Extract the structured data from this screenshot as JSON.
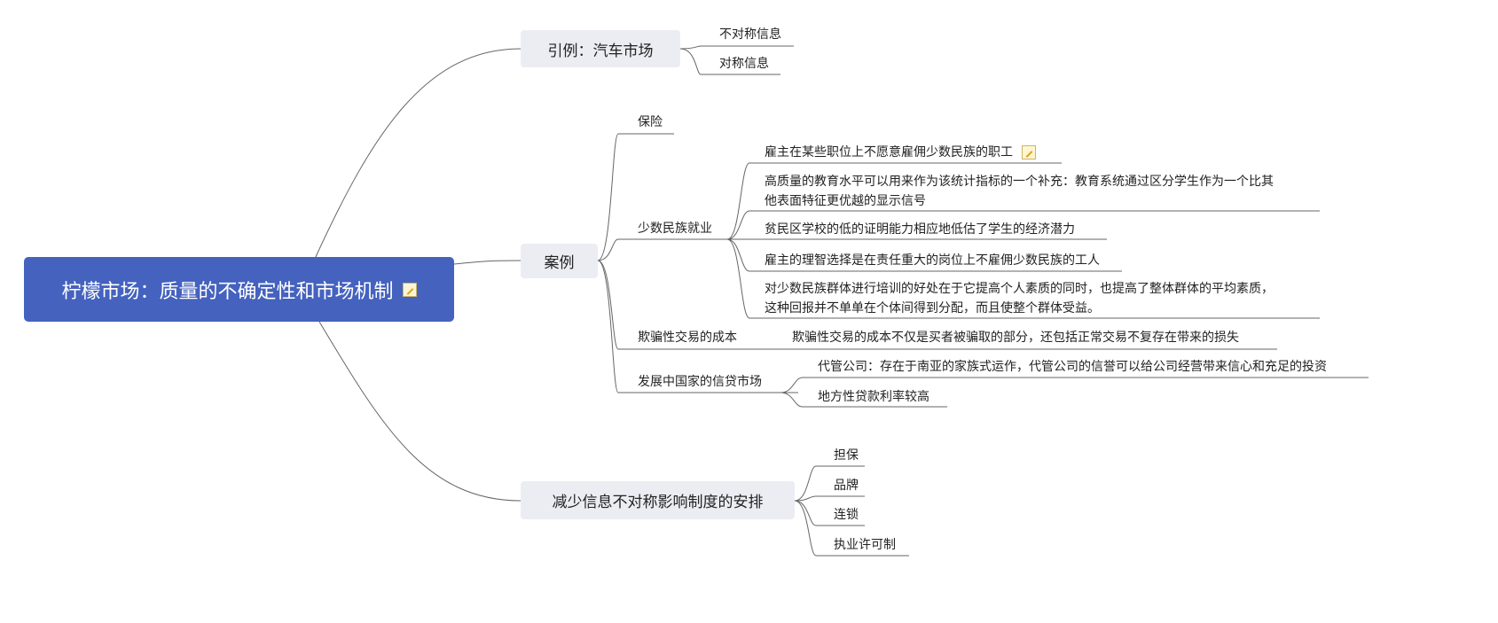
{
  "root": {
    "title": "柠檬市场：质量的不确定性和市场机制"
  },
  "branches": [
    {
      "label": "引例：汽车市场",
      "children": [
        "不对称信息",
        "对称信息"
      ]
    },
    {
      "label": "案例",
      "children": [
        {
          "label": "保险"
        },
        {
          "label": "少数民族就业",
          "children": [
            "雇主在某些职位上不愿意雇佣少数民族的职工",
            "高质量的教育水平可以用来作为该统计指标的一个补充：教育系统通过区分学生作为一个比其",
            "他表面特征更优越的显示信号",
            "贫民区学校的低的证明能力相应地低估了学生的经济潜力",
            "雇主的理智选择是在责任重大的岗位上不雇佣少数民族的工人",
            "对少数民族群体进行培训的好处在于它提高个人素质的同时，也提高了整体群体的平均素质，",
            "这种回报并不单单在个体间得到分配，而且使整个群体受益。"
          ]
        },
        {
          "label": "欺骗性交易的成本",
          "children": [
            "欺骗性交易的成本不仅是买者被骗取的部分，还包括正常交易不复存在带来的损失"
          ]
        },
        {
          "label": "发展中国家的信贷市场",
          "children": [
            "代管公司：存在于南亚的家族式运作，代管公司的信誉可以给公司经营带来信心和充足的投资",
            "地方性贷款利率较高"
          ]
        }
      ]
    },
    {
      "label": "减少信息不对称影响制度的安排",
      "children": [
        "担保",
        "品牌",
        "连锁",
        "执业许可制"
      ]
    }
  ]
}
